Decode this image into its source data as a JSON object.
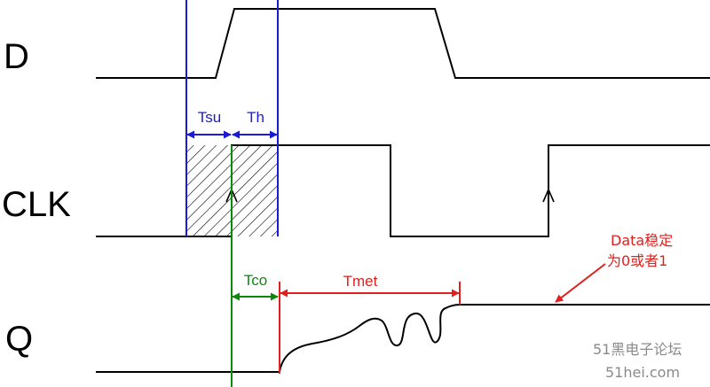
{
  "signals": {
    "d": "D",
    "clk": "CLK",
    "q": "Q"
  },
  "timing": {
    "tsu": "Tsu",
    "th": "Th",
    "tco": "Tco",
    "tmet": "Tmet"
  },
  "annotation": {
    "line1": "Data稳定",
    "line2": "为0或者1"
  },
  "watermark": {
    "line1": "51黑电子论坛",
    "line2": "51hei.com"
  },
  "colors": {
    "setup_hold": "#1a1ad6",
    "tco": "#0a8a0a",
    "tmet": "#e0201e",
    "waveform": "#000000"
  }
}
